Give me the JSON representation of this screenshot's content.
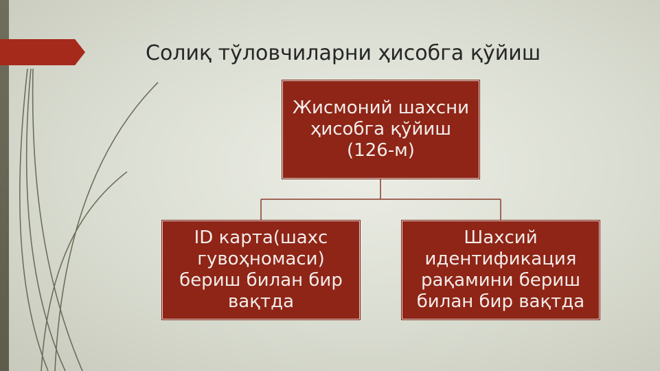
{
  "slide": {
    "title": "Солиқ тўловчиларни ҳисобга қўйиш"
  },
  "diagram": {
    "root": {
      "text": "Жисмоний шахсни ҳисобга қўйиш (126-м)"
    },
    "children": [
      {
        "text": "ID карта(шахс гувоҳномаси) бериш билан бир вақтда"
      },
      {
        "text": "Шахсий идентификация рақамини бериш билан бир вақтда"
      }
    ]
  },
  "colors": {
    "box_fill": "#8e2517",
    "accent": "#a62a1b",
    "connector": "#8a3a2c",
    "background": "#dcdfd4"
  }
}
